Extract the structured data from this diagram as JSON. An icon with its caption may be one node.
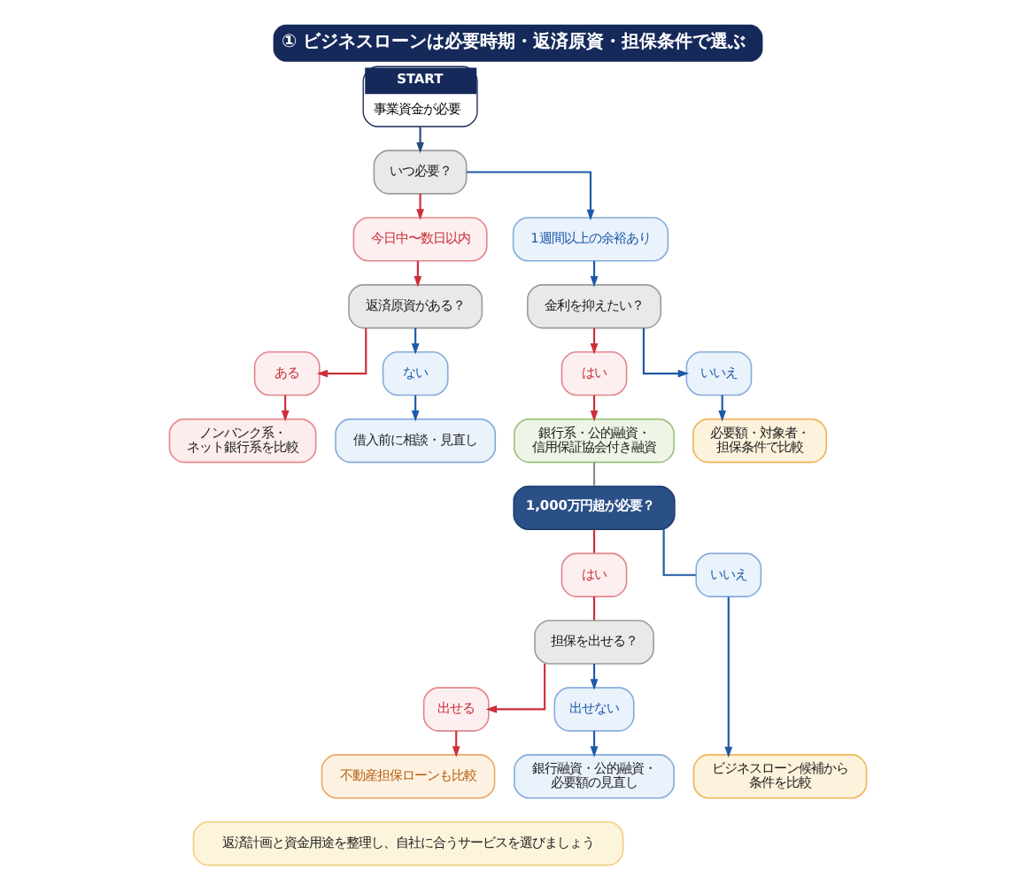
{
  "diagram": {
    "title": "① ビジネスローンは必要時期・返済原資・担保条件で選ぶ",
    "nodes": [
      {
        "text": [
          "START",
          "事業資金が必要"
        ]
      },
      {
        "text": [
          "いつ必要？"
        ]
      },
      {
        "text": [
          "今日中〜数日以内"
        ]
      },
      {
        "text": [
          "1週間以上の余裕あり"
        ]
      },
      {
        "text": [
          "返済原資がある？"
        ]
      },
      {
        "text": [
          "金利を抑えたい？"
        ]
      },
      {
        "text": [
          "ある"
        ]
      },
      {
        "text": [
          "ない"
        ]
      },
      {
        "text": [
          "はい"
        ]
      },
      {
        "text": [
          "いいえ"
        ]
      },
      {
        "text": [
          "ノンバンク系・ネット銀行系を比較"
        ]
      },
      {
        "text": [
          "借入前に相談・見直し"
        ]
      },
      {
        "text": [
          "銀行系・公的融資・信用保証協会付き融資"
        ]
      },
      {
        "text": [
          "必要額・対象者・担保条件で比較"
        ]
      },
      {
        "text": [
          "1,000万円超が必要？"
        ]
      },
      {
        "text": [
          "はい"
        ]
      },
      {
        "text": [
          "いいえ"
        ]
      },
      {
        "text": [
          "担保を出せる？"
        ]
      },
      {
        "text": [
          "出せる"
        ]
      },
      {
        "text": [
          "出せない"
        ]
      },
      {
        "text": [
          "不動産担保ローンも比較"
        ]
      },
      {
        "text": [
          "銀行融資・公的融資・必要額の見直し"
        ]
      },
      {
        "text": [
          "ビジネスローン候補から条件を比較"
        ]
      },
      {
        "text": [
          "返済計画と資金用途を整理し、自社に合うサービスを選びましょう"
        ]
      }
    ],
    "edges": [
      {
        "from": 0,
        "to": 1,
        "arrow": "to",
        "color": "#2b4a7a"
      },
      {
        "from": 1,
        "to": 2,
        "arrow": "to",
        "color": "#cc2f3a"
      },
      {
        "from": 1,
        "to": 3,
        "arrow": "to",
        "color": "#1d5aa6"
      },
      {
        "from": 2,
        "to": 4,
        "arrow": "to",
        "color": "#cc2f3a"
      },
      {
        "from": 3,
        "to": 5,
        "arrow": "to",
        "color": "#1d5aa6"
      },
      {
        "from": 4,
        "to": 6,
        "arrow": "to",
        "color": "#cc2f3a"
      },
      {
        "from": 4,
        "to": 7,
        "arrow": "to",
        "color": "#1d5aa6"
      },
      {
        "from": 5,
        "to": 8,
        "arrow": "to",
        "color": "#cc2f3a"
      },
      {
        "from": 5,
        "to": 9,
        "arrow": "to",
        "color": "#1d5aa6"
      },
      {
        "from": 6,
        "to": 10,
        "arrow": "to",
        "color": "#cc2f3a"
      },
      {
        "from": 7,
        "to": 11,
        "arrow": "to",
        "color": "#1d5aa6"
      },
      {
        "from": 8,
        "to": 12,
        "arrow": "to",
        "color": "#cc2f3a"
      },
      {
        "from": 9,
        "to": 13,
        "arrow": "to",
        "color": "#1d5aa6"
      },
      {
        "from": 12,
        "to": 14,
        "arrow": "none",
        "color": "#8a8a8a"
      },
      {
        "from": 14,
        "to": 15,
        "arrow": "none",
        "color": "#cc2f3a"
      },
      {
        "from": 14,
        "to": 16,
        "arrow": "none",
        "color": "#1d5aa6"
      },
      {
        "from": 15,
        "to": 17,
        "arrow": "none",
        "color": "#cc2f3a"
      },
      {
        "from": 16,
        "to": 22,
        "arrow": "to",
        "color": "#1d5aa6"
      },
      {
        "from": 17,
        "to": 18,
        "arrow": "to",
        "color": "#cc2f3a"
      },
      {
        "from": 17,
        "to": 19,
        "arrow": "to",
        "color": "#1d5aa6"
      },
      {
        "from": 18,
        "to": 20,
        "arrow": "to",
        "color": "#cc2f3a"
      },
      {
        "from": 19,
        "to": 21,
        "arrow": "to",
        "color": "#1d5aa6"
      }
    ]
  }
}
